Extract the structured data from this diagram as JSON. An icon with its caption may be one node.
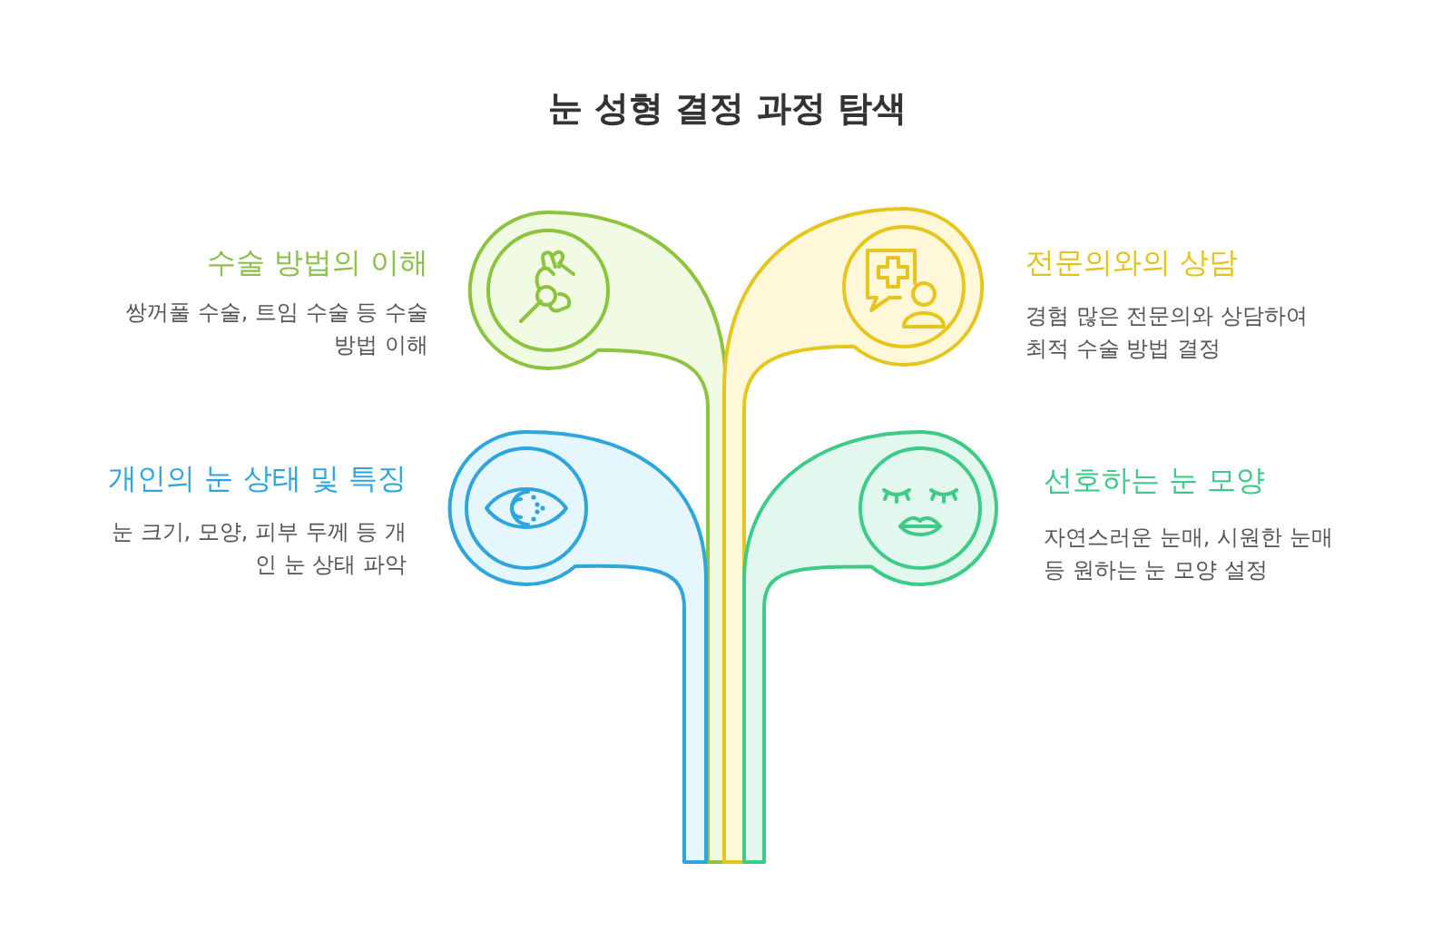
{
  "diagram": {
    "title": "눈 성형 결정 과정 탐색",
    "nodes": [
      {
        "text": [
          "수술 방법의 이해",
          "쌍꺼풀 수술, 트임 수술 등 수술 방법 이해"
        ]
      },
      {
        "text": [
          "전문의와의 상담",
          "경험 많은 전문의와 상담하여 최적 수술 방법 결정"
        ]
      },
      {
        "text": [
          "개인의 눈 상태 및 특징",
          "눈 크기, 모양, 피부 두께 등 개인 눈 상태 파악"
        ]
      },
      {
        "text": [
          "선호하는 눈 모양",
          "자연스러운 눈매, 시원한 눈매 등 원하는 눈 모양 설정"
        ]
      }
    ]
  }
}
